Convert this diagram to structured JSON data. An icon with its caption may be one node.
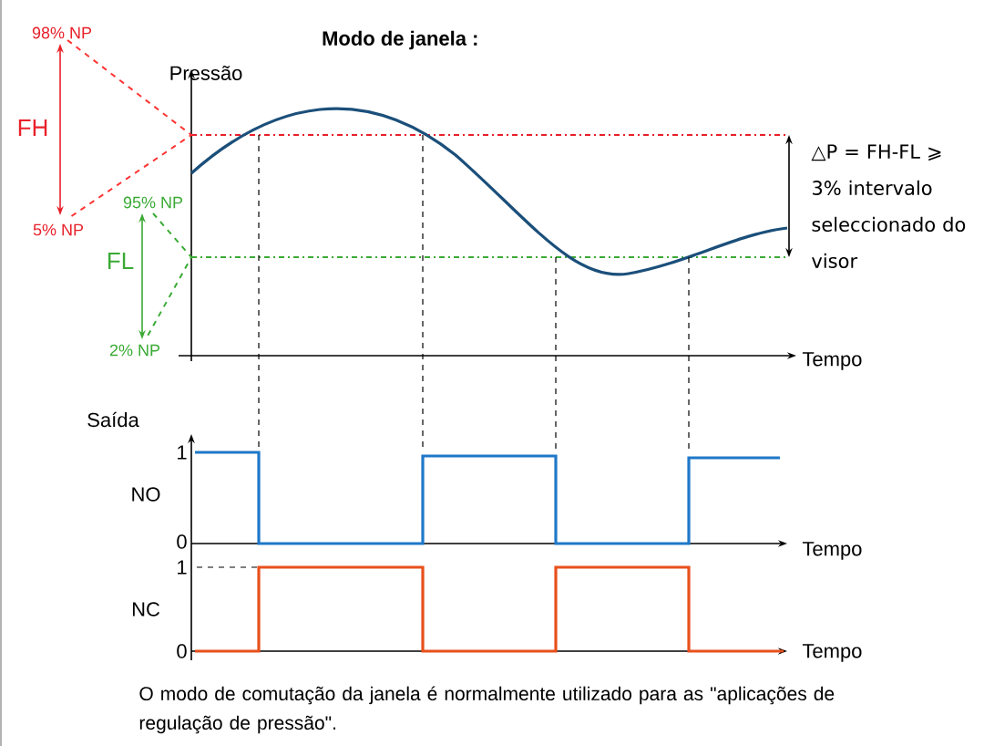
{
  "diagram": {
    "title": "Modo de janela :",
    "caption": "O modo de comutação da janela é normalmente utilizado para as \"aplicações de regulação de pressão\".",
    "labels": [
      "98% NP",
      "FH",
      "5% NP",
      "Pressão",
      "95% NP",
      "FL",
      "2% NP",
      "△P = FH-FL ⩾ 3% intervalo seleccionado do visor",
      "Tempo",
      "Saída",
      "1",
      "NO",
      "0",
      "Tempo",
      "1",
      "NC",
      "0",
      "Tempo"
    ]
  }
}
